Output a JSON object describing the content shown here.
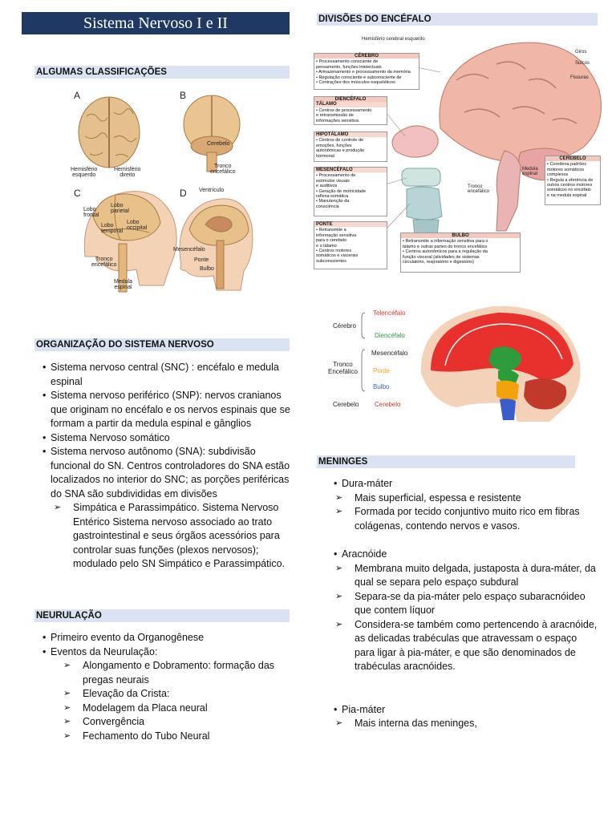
{
  "title": "Sistema Nervoso I e II",
  "sections": {
    "classificacoes": "ALGUMAS CLASSIFICAÇÕES",
    "organizacao": "ORGANIZAÇÃO DO SISTEMA NERVOSO",
    "neurulacao": "NEURULAÇÃO",
    "divisoes": "DIVISÕES DO ENCÉFALO",
    "meninges": "MENINGES"
  },
  "fig_classificacoes": {
    "A": "A",
    "B": "B",
    "C": "C",
    "D": "D",
    "hem_esq": "Hemisfério\nesquerdo",
    "hem_dir": "Hemisfério\ndireito",
    "cerebelo": "Cerebelo",
    "tronco": "Tronco\nencefálico",
    "ventriculo": "Ventrículo",
    "lobo_frontal": "Lobo\nfrontal",
    "lobo_parietal": "Lobo\nparietal",
    "lobo_temporal": "Lobo\ntemporal",
    "lobo_occipital": "Lobo\noccipital",
    "tronco_c": "Tronco\nencefálico",
    "medula": "Medula\nespinal",
    "mesencefalo": "Mesencéfalo",
    "ponte": "Ponte",
    "bulbo": "Bulbo"
  },
  "organizacao_items": [
    {
      "text": "Sistema nervoso central (SNC) : encéfalo e medula espinal"
    },
    {
      "text": "Sistema nervoso periférico (SNP): nervos cranianos que originam no encéfalo e os nervos espinais que se formam a partir da medula espinal e gânglios"
    },
    {
      "text": "Sistema Nervoso somático"
    },
    {
      "text": "Sistema nervoso autônomo (SNA): subdivisão funcional do SN. Centros controladores do SNA estão localizados no interior do SNC; as porções periféricas do SNA são subdivididas em divisões"
    }
  ],
  "organizacao_sub": "Simpática e Parassimpático. Sistema Nervoso Entérico Sistema nervoso associado ao trato gastrointestinal e seus órgãos acessórios para controlar suas funções (plexos nervosos); modulado pelo SN Simpático e Parassimpático.",
  "neurulacao_items": [
    "Primeiro evento da Organogênese",
    "Eventos da Neurulação:"
  ],
  "neurulacao_sub": [
    "Alongamento e Dobramento: formação das pregas neurais",
    "Elevação da Crista:",
    "Modelagem da Placa neural",
    "Convergência",
    "Fechamento do Tubo Neural"
  ],
  "fig_divisoes": {
    "hem_cerebral": "Hemisfério cerebral esquerdo",
    "giros": "Giros",
    "sulcos": "Sulcos",
    "fissuras": "Fissuras",
    "cerebro_h": "CÉREBRO",
    "cerebro_t": "• Processamento consciente de\npensamento, funções intelectuais\n• Armazenamento e processamento da memória\n• Regulação consciente e subconsciente de\n• Contrações dos músculos esqueléticos",
    "diencefalo_h": "DIENCÉFALO",
    "talamo_h": "TÁLAMO",
    "talamo_t": "• Centros de processamento\n  e retransmissão de\n  informações sensitiva",
    "hipotalamo_h": "HIPOTÁLAMO",
    "hipotalamo_t": "• Centros de controle de\n  emoções, funções\n  autonômicas e produção\n  hormonal",
    "mesencefalo_h": "MESENCÉFALO",
    "mesencefalo_t": "• Processamento de\nestímulos visuais\ne auditivos\n• Geração de motricidade\nreflexa somática\n• Manutenção da\nconsciência",
    "ponte_h": "PONTE",
    "ponte_t": "• Retransmite a\ninformação sensitiva\npara o cerebelo\ne o tálamo\n• Centros motores\nsomáticos e viscerais\nsubconscientes",
    "bulbo_h": "BULBO",
    "bulbo_t": "• Retransmite a informação sensitiva para o\ntálamo e outras partes do tronco encefálico\n• Centros autonômicos para a regulação da\nfunção visceral (atividades de sistemas\ncirculatório, respiratório e digestório)",
    "cerebelo_h": "CEREBELO",
    "cerebelo_t": "• Coordena padrões\nmotores somáticos\ncomplexos\n• Regula a eferência de\noutros centros motores\nsomáticos no encéfalo\ne na medula espinal",
    "tronco": "Tronco\nencefálico",
    "medula": "Medula\nespinal"
  },
  "fig_sagital": {
    "cerebro": "Cérebro",
    "telencefalo": "Telencéfalo",
    "diencefalo": "Diencéfalo",
    "tronco": "Tronco\nEncefálico",
    "mesencefalo": "Mesencéfalo",
    "ponte": "Ponte",
    "bulbo": "Bulbo",
    "cerebelo_l": "Cerebelo",
    "cerebelo_r": "Cerebelo"
  },
  "meninges": [
    {
      "title": "Dura-máter",
      "items": [
        "Mais superficial, espessa e resistente",
        "Formada por tecido conjuntivo muito rico em fibras colágenas, contendo nervos e vasos."
      ]
    },
    {
      "title": "Aracnóide",
      "items": [
        "Membrana muito delgada, justaposta à dura-máter, da qual se separa pelo espaço subdural",
        "Separa-se da pia-máter pelo espaço subaracnóideo que contem líquor",
        "Considera-se também como pertencendo à aracnóide, as delicadas trabéculas que atravessam o espaço para ligar à pia-máter, e que são denominados de trabéculas aracnóides."
      ]
    },
    {
      "title": "Pia-máter",
      "items": [
        "Mais interna das meninges,"
      ]
    }
  ],
  "colors": {
    "title_bg": "#1f3864",
    "section_bg": "#dbe3f2",
    "telencefalo": "#e8312c",
    "diencefalo": "#2e9b3c",
    "mesencefalo": "#2a9d3a",
    "ponte": "#f2a20c",
    "bulbo": "#3a5ec9",
    "cerebelo": "#c0392b"
  }
}
